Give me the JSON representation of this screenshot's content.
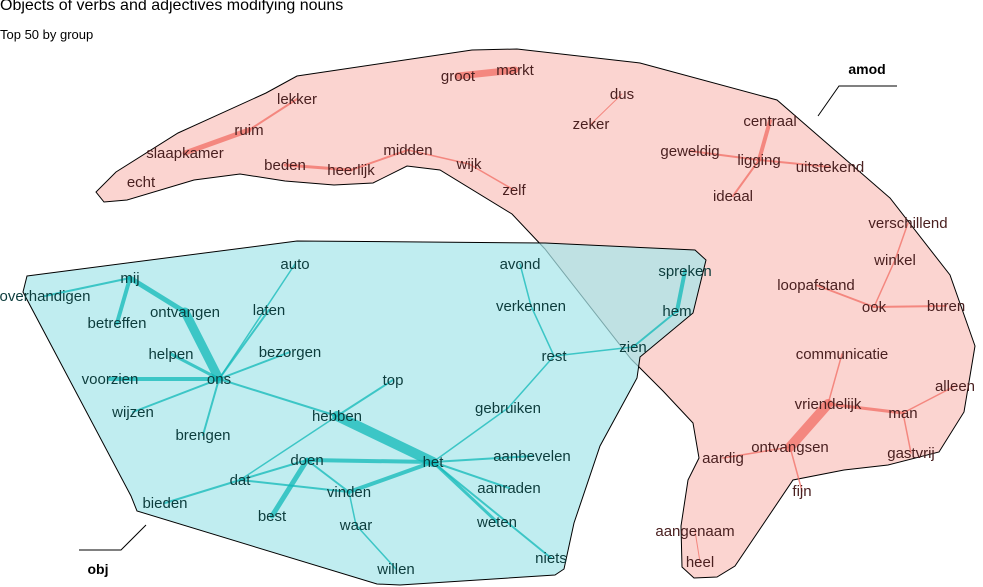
{
  "title": "Objects of verbs and adjectives modifying nouns",
  "subtitle": "Top 50 by group",
  "colors": {
    "amod_fill": "#f9c5c0",
    "amod_edge": "#f26d64",
    "obj_fill": "#a8e6ea",
    "obj_edge": "#10b8b8",
    "hull_stroke": "#000000"
  },
  "groups": [
    {
      "id": "amod",
      "label": "amod"
    },
    {
      "id": "obj",
      "label": "obj"
    }
  ],
  "nodes": [
    {
      "id": "groot",
      "label": "groot",
      "group": "amod"
    },
    {
      "id": "markt",
      "label": "markt",
      "group": "amod"
    },
    {
      "id": "dus",
      "label": "dus",
      "group": "amod"
    },
    {
      "id": "zeker",
      "label": "zeker",
      "group": "amod"
    },
    {
      "id": "lekker",
      "label": "lekker",
      "group": "amod"
    },
    {
      "id": "ruim",
      "label": "ruim",
      "group": "amod"
    },
    {
      "id": "slaapkamer",
      "label": "slaapkamer",
      "group": "amod"
    },
    {
      "id": "echt",
      "label": "echt",
      "group": "amod"
    },
    {
      "id": "beden",
      "label": "beden",
      "group": "amod"
    },
    {
      "id": "heerlijk",
      "label": "heerlijk",
      "group": "amod"
    },
    {
      "id": "midden",
      "label": "midden",
      "group": "amod"
    },
    {
      "id": "wijk",
      "label": "wijk",
      "group": "amod"
    },
    {
      "id": "zelf",
      "label": "zelf",
      "group": "amod"
    },
    {
      "id": "centraal",
      "label": "centraal",
      "group": "amod"
    },
    {
      "id": "geweldig",
      "label": "geweldig",
      "group": "amod"
    },
    {
      "id": "ligging",
      "label": "ligging",
      "group": "amod"
    },
    {
      "id": "uitstekend",
      "label": "uitstekend",
      "group": "amod"
    },
    {
      "id": "ideaal",
      "label": "ideaal",
      "group": "amod"
    },
    {
      "id": "verschillend",
      "label": "verschillend",
      "group": "amod"
    },
    {
      "id": "winkel",
      "label": "winkel",
      "group": "amod"
    },
    {
      "id": "loopafstand",
      "label": "loopafstand",
      "group": "amod"
    },
    {
      "id": "ook",
      "label": "ook",
      "group": "amod"
    },
    {
      "id": "buren",
      "label": "buren",
      "group": "amod"
    },
    {
      "id": "communicatie",
      "label": "communicatie",
      "group": "amod"
    },
    {
      "id": "alleen",
      "label": "alleen",
      "group": "amod"
    },
    {
      "id": "vriendelijk",
      "label": "vriendelijk",
      "group": "amod"
    },
    {
      "id": "man",
      "label": "man",
      "group": "amod"
    },
    {
      "id": "ontvangsen",
      "label": "ontvangsen",
      "group": "amod"
    },
    {
      "id": "gastvrij",
      "label": "gastvrij",
      "group": "amod"
    },
    {
      "id": "aardig",
      "label": "aardig",
      "group": "amod"
    },
    {
      "id": "fijn",
      "label": "fijn",
      "group": "amod"
    },
    {
      "id": "aangenaam",
      "label": "aangenaam",
      "group": "amod"
    },
    {
      "id": "heel",
      "label": "heel",
      "group": "amod"
    },
    {
      "id": "spreken",
      "label": "spreken",
      "group": "obj"
    },
    {
      "id": "hem",
      "label": "hem",
      "group": "obj"
    },
    {
      "id": "zien",
      "label": "zien",
      "group": "obj"
    },
    {
      "id": "auto",
      "label": "auto",
      "group": "obj"
    },
    {
      "id": "avond",
      "label": "avond",
      "group": "obj"
    },
    {
      "id": "mij",
      "label": "mij",
      "group": "obj"
    },
    {
      "id": "overhandigen",
      "label": "overhandigen",
      "group": "obj"
    },
    {
      "id": "ontvangen",
      "label": "ontvangen",
      "group": "obj"
    },
    {
      "id": "laten",
      "label": "laten",
      "group": "obj"
    },
    {
      "id": "verkennen",
      "label": "verkennen",
      "group": "obj"
    },
    {
      "id": "betreffen",
      "label": "betreffen",
      "group": "obj"
    },
    {
      "id": "helpen",
      "label": "helpen",
      "group": "obj"
    },
    {
      "id": "bezorgen",
      "label": "bezorgen",
      "group": "obj"
    },
    {
      "id": "rest",
      "label": "rest",
      "group": "obj"
    },
    {
      "id": "voorzien",
      "label": "voorzien",
      "group": "obj"
    },
    {
      "id": "ons",
      "label": "ons",
      "group": "obj"
    },
    {
      "id": "top",
      "label": "top",
      "group": "obj"
    },
    {
      "id": "wijzen",
      "label": "wijzen",
      "group": "obj"
    },
    {
      "id": "hebben",
      "label": "hebben",
      "group": "obj"
    },
    {
      "id": "gebruiken",
      "label": "gebruiken",
      "group": "obj"
    },
    {
      "id": "brengen",
      "label": "brengen",
      "group": "obj"
    },
    {
      "id": "doen",
      "label": "doen",
      "group": "obj"
    },
    {
      "id": "het",
      "label": "het",
      "group": "obj"
    },
    {
      "id": "aanbevelen",
      "label": "aanbevelen",
      "group": "obj"
    },
    {
      "id": "dat",
      "label": "dat",
      "group": "obj"
    },
    {
      "id": "vinden",
      "label": "vinden",
      "group": "obj"
    },
    {
      "id": "aanraden",
      "label": "aanraden",
      "group": "obj"
    },
    {
      "id": "bieden",
      "label": "bieden",
      "group": "obj"
    },
    {
      "id": "best",
      "label": "best",
      "group": "obj"
    },
    {
      "id": "waar",
      "label": "waar",
      "group": "obj"
    },
    {
      "id": "weten",
      "label": "weten",
      "group": "obj"
    },
    {
      "id": "niets",
      "label": "niets",
      "group": "obj"
    },
    {
      "id": "willen",
      "label": "willen",
      "group": "obj"
    }
  ]
}
